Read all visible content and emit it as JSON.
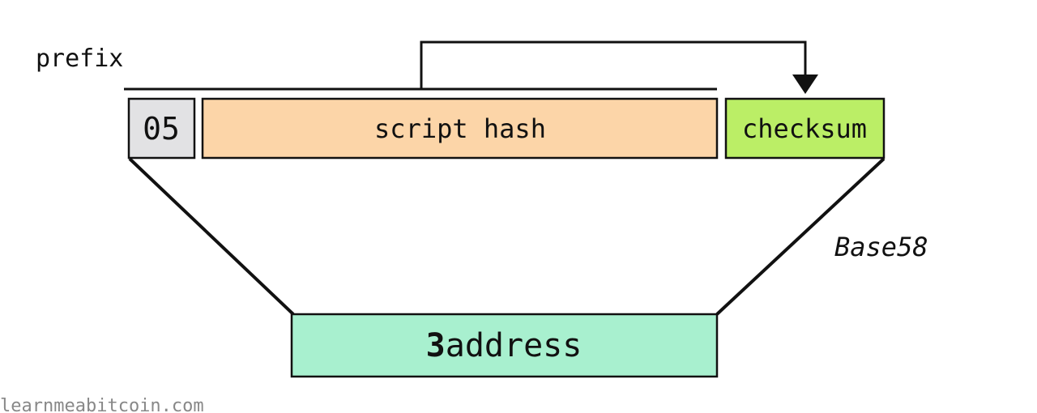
{
  "labels": {
    "prefix": "prefix",
    "prefix_value": "05",
    "script_hash": "script hash",
    "checksum": "checksum",
    "encoding": "Base58",
    "address_prefix": "3",
    "address_rest": "address",
    "watermark": "learnmeabitcoin.com"
  },
  "colors": {
    "prefix_box": "#e2e2e4",
    "script_hash_box": "#fcd5a8",
    "checksum_box": "#bbee66",
    "address_box": "#a8f0cf",
    "stroke": "#111111",
    "watermark": "#888888"
  }
}
